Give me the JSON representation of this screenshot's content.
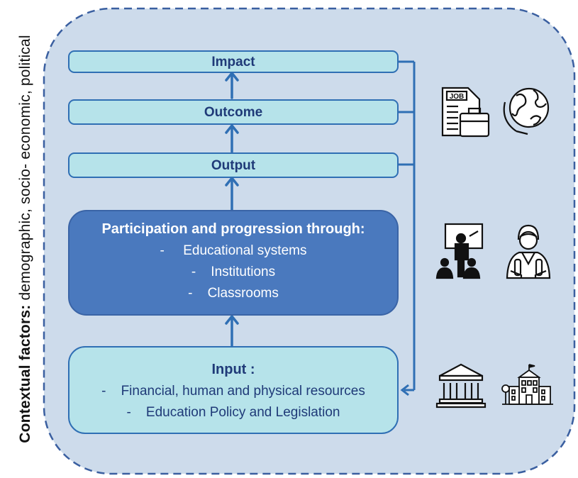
{
  "side_label": {
    "bold": "Contextual factors:",
    "rest": " demographic, socio- economic,  political"
  },
  "stages": {
    "impact": "Impact",
    "outcome": "Outcome",
    "output": "Output"
  },
  "process": {
    "heading": "Participation and progression through:",
    "items": [
      "-     Educational systems",
      "-    Institutions",
      "-    Classrooms"
    ]
  },
  "input": {
    "heading": "Input :",
    "items": [
      "-    Financial, human and physical resources",
      "-    Education Policy and Legislation"
    ]
  },
  "icons": {
    "job_card_text": "JOB",
    "names": [
      "job-briefcase-icon",
      "globe-icon",
      "teacher-board-icon",
      "student-icon",
      "museum-icon",
      "school-building-icon"
    ]
  },
  "colors": {
    "background": "#cddbeb",
    "dashed_border": "#3a5fa0",
    "stage_fill": "#b6e3ea",
    "stage_border": "#2f6fb4",
    "process_fill": "#4a79be",
    "text_dark_blue": "#1f3a78",
    "arrow": "#2f6fb4"
  }
}
